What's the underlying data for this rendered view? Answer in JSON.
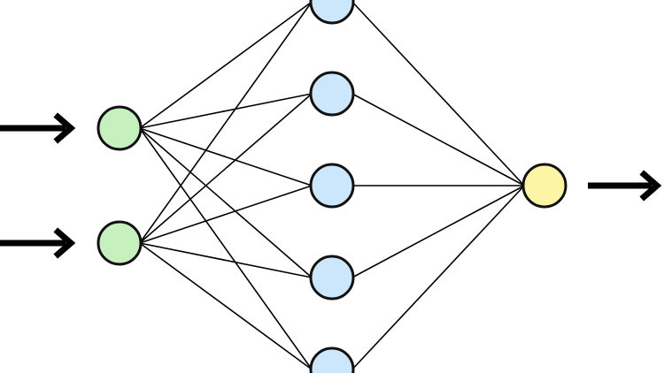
{
  "diagram": {
    "kind": "feedforward-neural-network",
    "layers": [
      {
        "role": "input",
        "node_count": 2,
        "color": "#c6f0be"
      },
      {
        "role": "hidden",
        "node_count": 5,
        "color": "#cce6fb"
      },
      {
        "role": "output",
        "node_count": 1,
        "color": "#fdf5a6"
      }
    ],
    "connectivity": "fully-connected",
    "input_arrows": 2,
    "output_arrows": 1,
    "edge_color": "#000000",
    "node_outline_color": "#111111"
  }
}
